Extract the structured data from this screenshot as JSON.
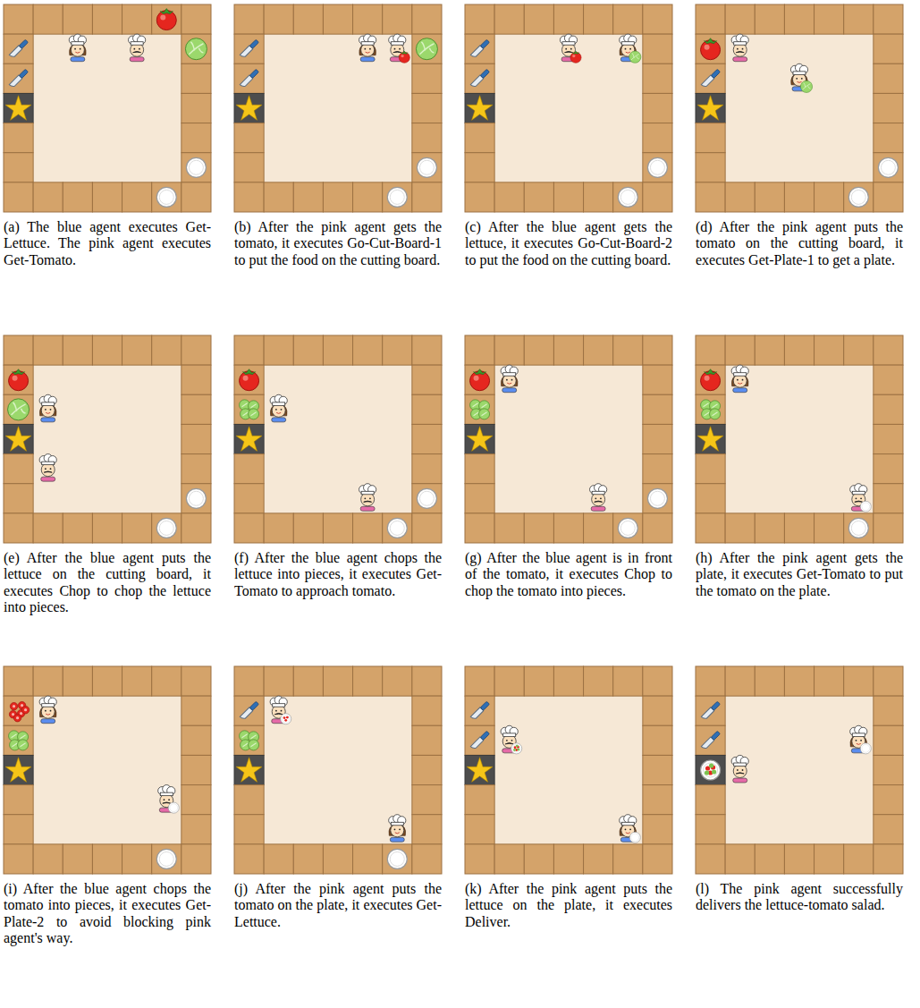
{
  "diagram": {
    "nodes": [
      {
        "text": [
          "(a) The blue agent executes Get-Lettuce. The pink agent executes Get-Tomato."
        ]
      },
      {
        "text": [
          "(b) After the pink agent gets the tomato, it executes Go-Cut-Board-1 to put the food on the cutting board."
        ]
      },
      {
        "text": [
          "(c) After the blue agent gets the lettuce, it executes Go-Cut-Board-2 to put the food on the cutting board."
        ]
      },
      {
        "text": [
          "(d) After the pink agent puts the tomato on the cutting board, it executes Get-Plate-1 to get a plate."
        ]
      },
      {
        "text": [
          "(e) After the blue agent puts the lettuce on the cutting board, it executes Chop to chop the lettuce into pieces."
        ]
      },
      {
        "text": [
          "(f) After the blue agent chops the lettuce into pieces, it executes Get-Tomato to approach tomato."
        ]
      },
      {
        "text": [
          "(g) After the blue agent is in front of the tomato, it executes Chop to chop the tomato into pieces."
        ]
      },
      {
        "text": [
          "(h) After the pink agent gets the plate, it executes Get-Tomato to put the tomato on the plate."
        ]
      },
      {
        "text": [
          "(i) After the blue agent chops the tomato into pieces, it executes Get-Plate-2 to avoid blocking pink agent's way."
        ]
      },
      {
        "text": [
          "(j) After the pink agent puts the tomato on the plate, it executes Get-Lettuce."
        ]
      },
      {
        "text": [
          "(k) After the pink agent puts the lettuce on the plate, it executes Deliver."
        ]
      },
      {
        "text": [
          "(l) The pink agent successfully delivers the lettuce-tomato salad."
        ]
      }
    ]
  }
}
